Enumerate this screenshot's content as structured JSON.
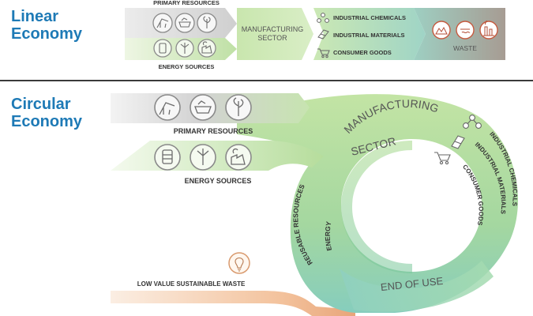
{
  "linear": {
    "title_line1": "Linear",
    "title_line2": "Economy",
    "primary_resources": "PRIMARY RESOURCES",
    "energy_sources": "ENERGY SOURCES",
    "manufacturing_line1": "MANUFACTURING",
    "manufacturing_line2": "SECTOR",
    "outputs": [
      "INDUSTRIAL CHEMICALS",
      "INDUSTRIAL MATERIALS",
      "CONSUMER GOODS"
    ],
    "waste": "WASTE"
  },
  "circular": {
    "title_line1": "Circular",
    "title_line2": "Economy",
    "primary_resources": "PRIMARY RESOURCES",
    "energy_sources": "ENERGY SOURCES",
    "manufacturing_line1": "MANUFACTURING",
    "manufacturing_line2": "SECTOR",
    "ring_outputs": [
      "INDUSTRIAL CHEMICALS",
      "INDUSTRIAL MATERIALS",
      "CONSUMER GOODS"
    ],
    "ring_inputs": [
      "ENERGY",
      "REUSABLE RESOURCES"
    ],
    "end_of_use": "END OF USE",
    "low_value_waste": "LOW VALUE SUSTAINABLE WASTE"
  },
  "colors": {
    "title_blue": "#1e7ab6",
    "green_light": "#d6ecc2",
    "green_mid": "#a9d89a",
    "teal": "#7ec9b8",
    "gray_band": "#d9d9d9",
    "waste_gray": "#a7a29c",
    "orange_stream": "#f2c09c"
  }
}
